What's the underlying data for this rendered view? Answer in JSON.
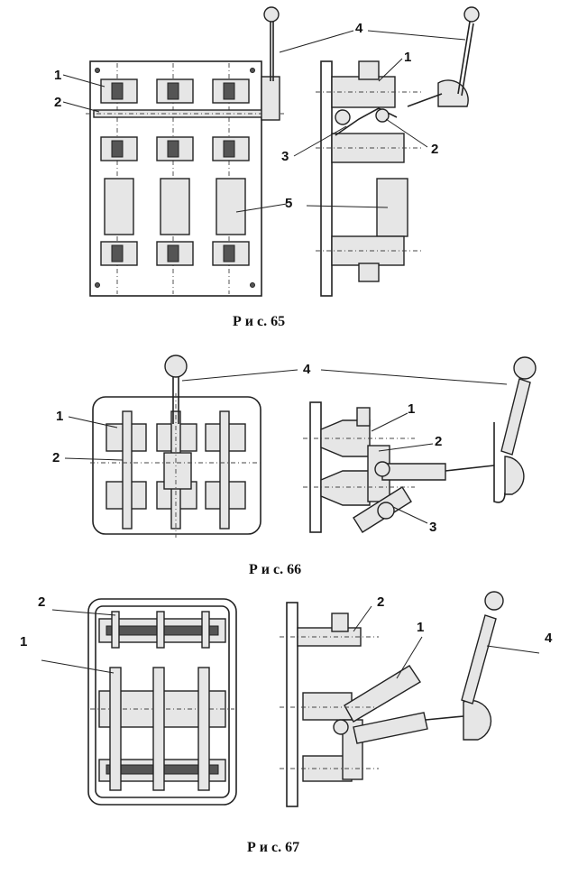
{
  "figures": [
    {
      "id": "fig65",
      "caption": "Р и с. 65",
      "labels": [
        "1",
        "2",
        "4",
        "5",
        "1",
        "2",
        "3"
      ]
    },
    {
      "id": "fig66",
      "caption": "Р и с. 66",
      "labels": [
        "4",
        "1",
        "2",
        "1",
        "2",
        "3"
      ]
    },
    {
      "id": "fig67",
      "caption": "Р и с. 67",
      "labels": [
        "2",
        "1",
        "2",
        "1",
        "4"
      ]
    }
  ]
}
